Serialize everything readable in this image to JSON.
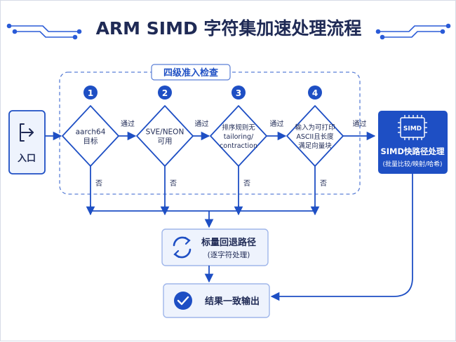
{
  "title": "ARM SIMD 字符集加速处理流程",
  "group_label": "四级准入检查",
  "entry": {
    "label": "入口"
  },
  "checks": [
    {
      "number": "1",
      "lines": [
        "aarch64",
        "目标"
      ]
    },
    {
      "number": "2",
      "lines": [
        "SVE/NEON",
        "可用"
      ]
    },
    {
      "number": "3",
      "lines": [
        "排序规则无",
        "tailoring/",
        "contraction"
      ]
    },
    {
      "number": "4",
      "lines": [
        "输入为可打印",
        "ASCII且长度",
        "满足向量块"
      ]
    }
  ],
  "pass_label": "通过",
  "fail_label": "否",
  "simd_box": {
    "chip_label": "SIMD",
    "title": "SIMD快路径处理",
    "subtitle": "(批量比较/映射/哈希)"
  },
  "fallback_box": {
    "title": "标量回退路径",
    "subtitle": "(逐字符处理)"
  },
  "output_box": {
    "title": "结果一致输出"
  },
  "colors": {
    "primary": "#1e4fc4",
    "dark": "#1f2a55",
    "light_fill": "#eef3fd",
    "dash": "#5b7fd6"
  }
}
